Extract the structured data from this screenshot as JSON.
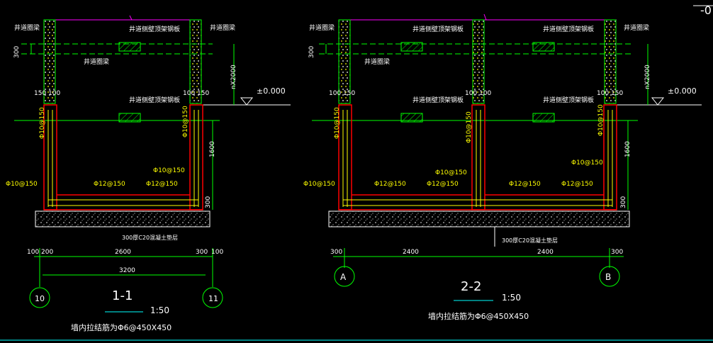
{
  "colors": {
    "background": "#000000",
    "wall": "#ff0000",
    "rebar": "#ffff00",
    "dimension": "#00ff00",
    "beam": "#00ff00",
    "magenta": "#ff00ff",
    "text_white": "#ffffff"
  },
  "corner_mark": "-0",
  "section_left": {
    "label_top_left": "井道圈梁",
    "label_top_right": "井道圈梁",
    "label_beam_top": "井道侧壁顶架钢板",
    "label_mid": "井道圈梁",
    "label_beam_mid": "井道侧壁顶架钢板",
    "dim_300": "300",
    "dim_nx2000": "nX2000",
    "elev": "±0.000",
    "dim_150_100_left": "150 100",
    "dim_100_150_right": "100 150",
    "rebar_left_vert": "Φ10@150",
    "rebar_right_vert": "Φ10@150",
    "rebar_left_low": "Φ10@150",
    "rebar_right_low": "Φ10@150",
    "rebar_floor_1": "Φ12@150",
    "rebar_floor_2": "Φ12@150",
    "dim_1600": "1600",
    "dim_300b": "300",
    "cushion": "300厚C20混凝土垫层",
    "bottom_dims": [
      "100",
      "200",
      "2600",
      "300",
      "100"
    ],
    "total_dim": "3200",
    "axis_left": "10",
    "axis_right": "11",
    "title": "1-1",
    "scale": "1:50",
    "note": "墙内拉结筋为Φ6@450X450"
  },
  "section_right": {
    "label_top_left": "井道圈梁",
    "label_top_right": "井道圈梁",
    "label_beam_top_1": "井道侧壁顶架钢板",
    "label_beam_top_2": "井道侧壁顶架钢板",
    "label_mid": "井道圈梁",
    "label_beam_mid_1": "井道侧壁顶架钢板",
    "label_beam_mid_2": "井道侧壁顶架钢板",
    "dim_300": "300",
    "dim_nx2000": "nX2000",
    "elev": "±0.000",
    "dim_100_150_left": "100 150",
    "dim_100_100_mid": "100 100",
    "dim_100_150_right": "100 150",
    "rebar_left_vert": "Φ10@150",
    "rebar_mid_vert": "Φ10@150",
    "rebar_right_vert": "Φ10@150",
    "rebar_left_low": "Φ10@150",
    "rebar_mid_low": "Φ10@150",
    "rebar_right_low": "Φ10@150",
    "rebar_floor_1": "Φ12@150",
    "rebar_floor_2": "Φ12@150",
    "rebar_floor_3": "Φ12@150",
    "rebar_floor_4": "Φ12@150",
    "dim_1600": "1600",
    "dim_300b": "300",
    "cushion": "300厚C20混凝土垫层",
    "bottom_dims": [
      "300",
      "2400",
      "2400",
      "300"
    ],
    "axis_left": "A",
    "axis_right": "B",
    "title": "2-2",
    "scale": "1:50",
    "note": "墙内拉结筋为Φ6@450X450"
  }
}
